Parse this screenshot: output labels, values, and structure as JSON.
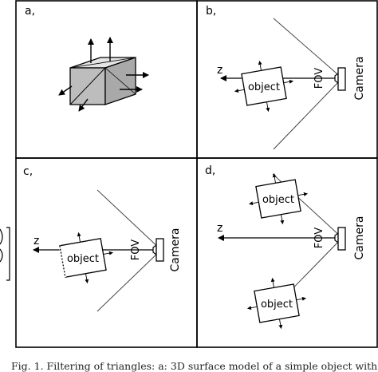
{
  "panels": {
    "a": {
      "label": "a,"
    },
    "b": {
      "label": "b,",
      "axis_label": "z",
      "fov_label": "FOV",
      "camera_label": "Camera",
      "object_label": "object"
    },
    "c": {
      "label": "c,",
      "axis_label": "z",
      "fov_label": "FOV",
      "camera_label": "Camera",
      "object_label": "object"
    },
    "d": {
      "label": "d,",
      "axis_label": "z",
      "fov_label": "FOV",
      "camera_label": "Camera",
      "object_label_top": "object",
      "object_label_bottom": "object"
    }
  },
  "caption": "Fig. 1.   Filtering of triangles: a: 3D surface model of a simple object with",
  "colors": {
    "cube_front": "#bdbdbd",
    "cube_top": "#e4e4e4",
    "cube_side": "#a9a9a9",
    "line": "#000000",
    "fov_line": "#444444"
  }
}
